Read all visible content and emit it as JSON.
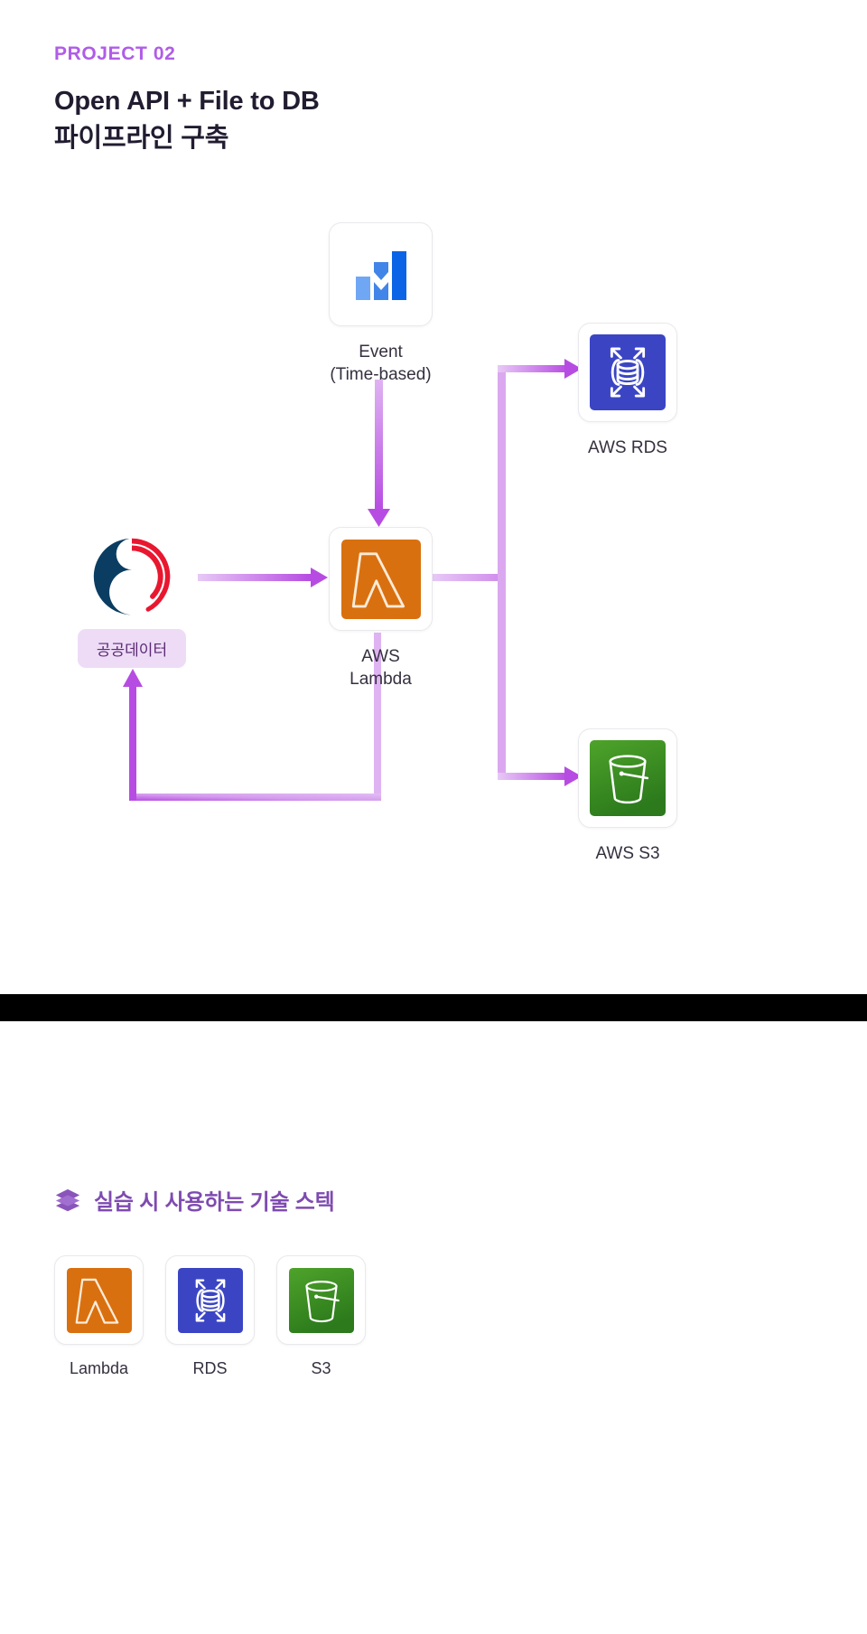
{
  "header": {
    "eyebrow": "PROJECT 02",
    "title_line1": "Open API + File to DB",
    "title_line2": "파이프라인 구축",
    "eyebrow_color": "#b05ce8",
    "title_color": "#211c30"
  },
  "diagram": {
    "nodes": {
      "event": {
        "label": "Event\n(Time-based)",
        "icon": "bar-chart-icon",
        "icon_colors": [
          "#70a7f5",
          "#4285e8",
          "#0b63e5"
        ]
      },
      "lambda": {
        "label": "AWS Lambda",
        "icon": "aws-lambda-icon",
        "icon_color": "#d9700f"
      },
      "rds": {
        "label": "AWS RDS",
        "icon": "aws-rds-icon",
        "icon_color": "#3b45c4"
      },
      "s3": {
        "label": "AWS S3",
        "icon": "aws-s3-icon",
        "icon_color": "#3a8a24"
      },
      "source": {
        "badge": "공공데이터",
        "icon": "korea-government-logo-icon",
        "icon_colors": [
          "#0b3d62",
          "#e8172f"
        ],
        "badge_bg": "#eedcf7",
        "badge_color": "#5b2a73"
      }
    },
    "flow_color_from": "#dba8ef",
    "flow_color_to": "#b44ae0"
  },
  "stack": {
    "heading": "실습 시 사용하는 기술 스텍",
    "heading_color": "#7e4bb0",
    "heading_icon": "layers-icon",
    "items": [
      {
        "label": "Lambda",
        "icon": "aws-lambda-icon"
      },
      {
        "label": "RDS",
        "icon": "aws-rds-icon"
      },
      {
        "label": "S3",
        "icon": "aws-s3-icon"
      }
    ]
  }
}
